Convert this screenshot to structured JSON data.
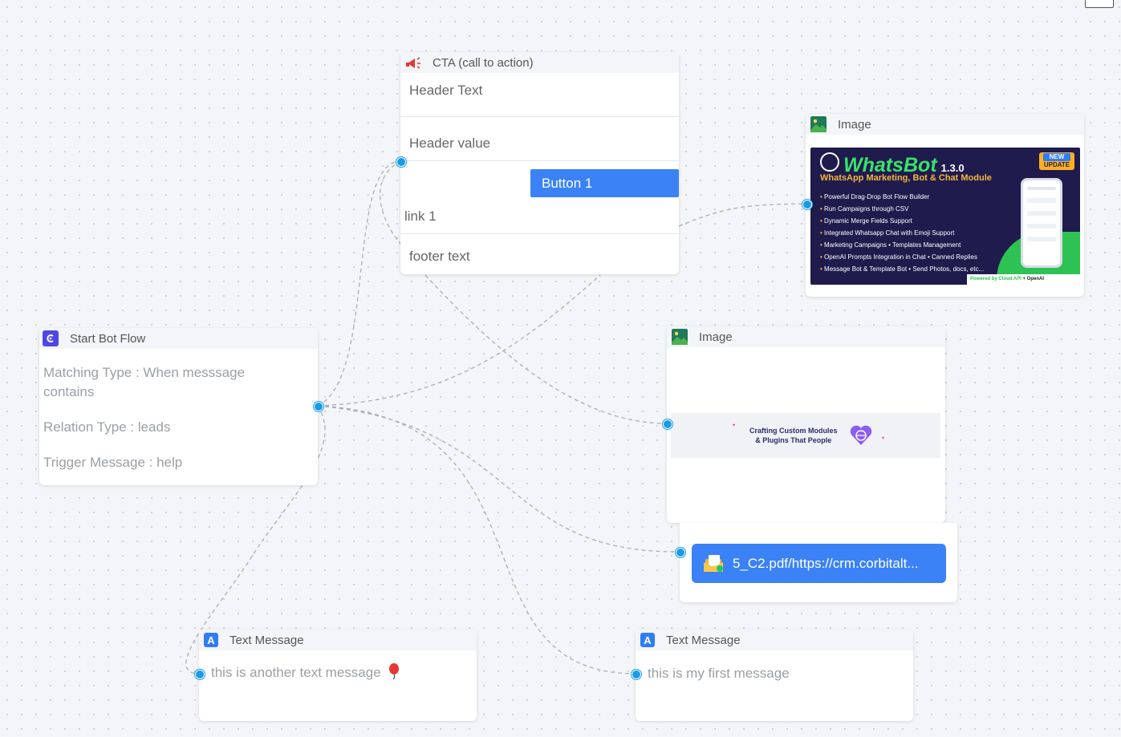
{
  "start_node": {
    "title": "Start Bot Flow",
    "matching": "Matching Type : When messsage contains",
    "relation": "Relation Type : leads",
    "trigger": "Trigger Message : help",
    "icon": "start-flow-icon"
  },
  "cta_node": {
    "title": "CTA (call to action)",
    "header_text": "Header Text",
    "header_value": "Header value",
    "button_label": "Button 1",
    "link": "link 1",
    "footer": "footer text",
    "icon": "megaphone-icon"
  },
  "image_node_top": {
    "title": "Image",
    "icon": "image-icon",
    "banner": {
      "brand": "WhatsBot",
      "version": "1.3.0",
      "subtitle": "WhatsApp Marketing, Bot & Chat Module",
      "badge_top": "NEW",
      "badge_bottom": "UPDATE",
      "features": [
        "Powerful Drag-Drop Bot Flow Builder",
        "Run Campaigns through CSV",
        "Dynamic Merge Fields Support",
        "Integrated Whatsapp Chat with Emoji Support",
        "Marketing Campaigns • Templates Management",
        "OpenAI Prompts Integration in Chat • Canned Replies",
        "Message Bot & Template Bot • Send Photos, docs, etc..."
      ],
      "powered_by": "Powered by",
      "cloud_api": "Cloud API",
      "plus": "+",
      "openai": "OpenAI"
    }
  },
  "image_node_mid": {
    "title": "Image",
    "icon": "image-icon",
    "banner_line1": "Crafting Custom Modules",
    "banner_line2": "& Plugins That People"
  },
  "file_node": {
    "label": "5_C2.pdf/https://crm.corbitalt...",
    "icon": "document-icon"
  },
  "text_node_left": {
    "title": "Text Message",
    "message": "this is another text message",
    "icon": "text-a-icon",
    "icon_glyph": "A"
  },
  "text_node_right": {
    "title": "Text Message",
    "message": "this is my first message",
    "icon": "text-a-icon",
    "icon_glyph": "A"
  },
  "colors": {
    "handle": "#1a9be6",
    "button": "#3b82f6",
    "canvas": "#f3f5f8"
  }
}
